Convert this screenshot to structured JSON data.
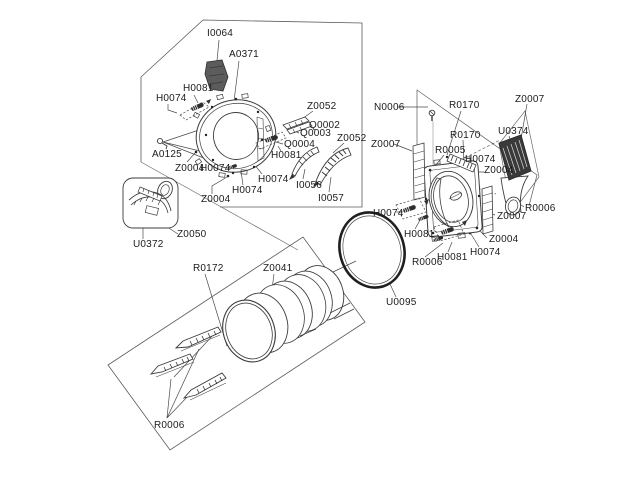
{
  "colors": {
    "background": "#ffffff",
    "line": "#3c3c3c",
    "construction_line": "#6a6a6a",
    "dark_fill": "#4f4f4f",
    "label_text": "#1c1c1c"
  },
  "labels": [
    "I0064",
    "A0371",
    "H0081",
    "H0074",
    "Z0052",
    "Q0002",
    "Q0003",
    "Z0052",
    "Q0004",
    "H0081",
    "A0125",
    "Z0004",
    "H0074",
    "H0074",
    "I0056",
    "H0074",
    "I0057",
    "Z0004",
    "Z0050",
    "U0372",
    "R0172",
    "Z0041",
    "R0006",
    "U0095",
    "N0006",
    "R0170",
    "Z0007",
    "U0374",
    "R0170",
    "Z0007",
    "R0005",
    "H0074",
    "Z0004",
    "R0006",
    "H0074",
    "Z0007",
    "H0081",
    "Z0004",
    "H0074",
    "H0081",
    "R0006"
  ]
}
